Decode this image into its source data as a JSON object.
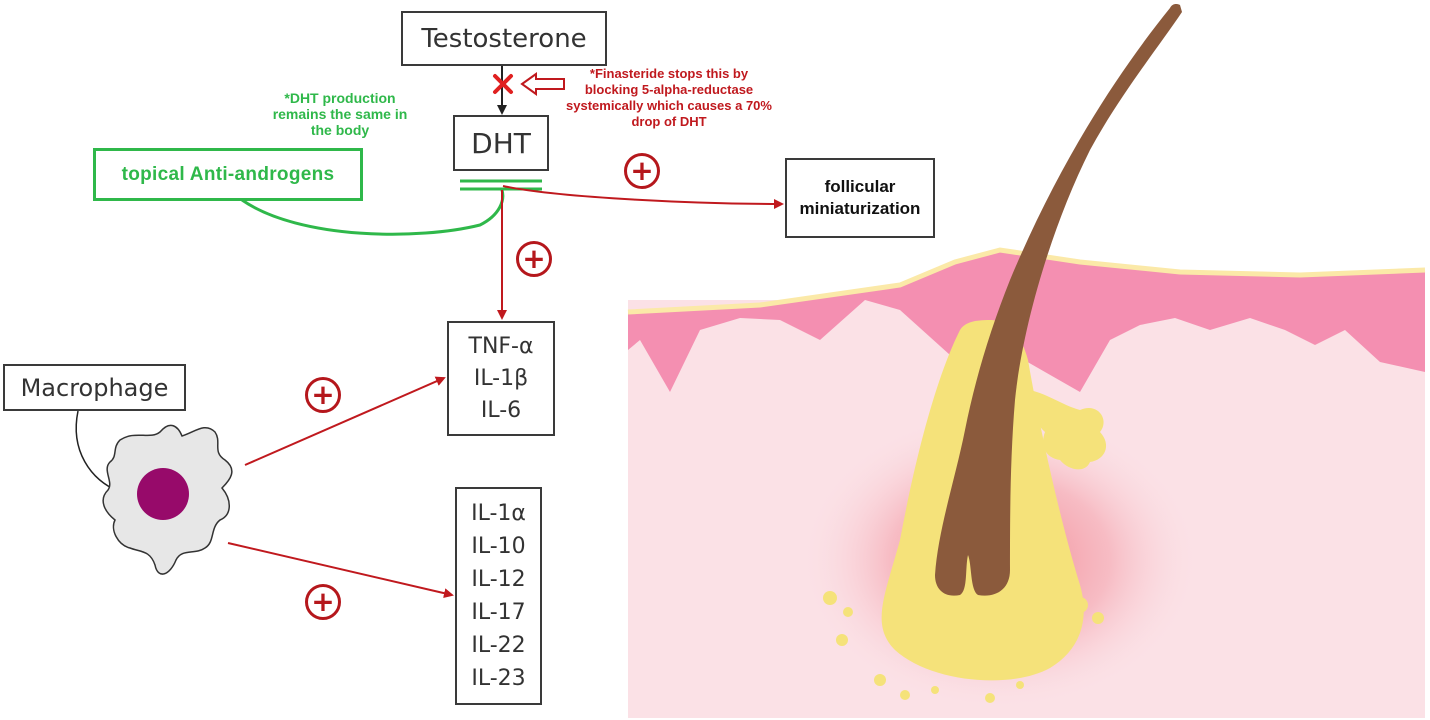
{
  "nodes": {
    "testosterone": "Testosterone",
    "dht": "DHT",
    "topical": "topical Anti-androgens",
    "follicular_1": "follicular",
    "follicular_2": "miniaturization",
    "macrophage": "Macrophage"
  },
  "cytokines_group1": [
    "TNF-α",
    "IL-1β",
    "IL-6"
  ],
  "cytokines_group2": [
    "IL-1α",
    "IL-10",
    "IL-12",
    "IL-17",
    "IL-22",
    "IL-23"
  ],
  "notes": {
    "green": [
      "*DHT production",
      "remains the same in",
      "the body"
    ],
    "red": [
      "*Finasteride stops this by",
      "blocking 5-alpha-reductase",
      "systemically which causes a 70%",
      "drop of DHT"
    ]
  },
  "symbols": {
    "plus": "+",
    "block": "cross-icon"
  },
  "colors": {
    "arrow_red": "#c0191e",
    "green": "#2fb84a",
    "hair": "#8b5a3c",
    "follicle_yellow": "#f5e27a",
    "skin_pink": "#f48fb1",
    "tissue_pink": "#fbe1e6"
  }
}
